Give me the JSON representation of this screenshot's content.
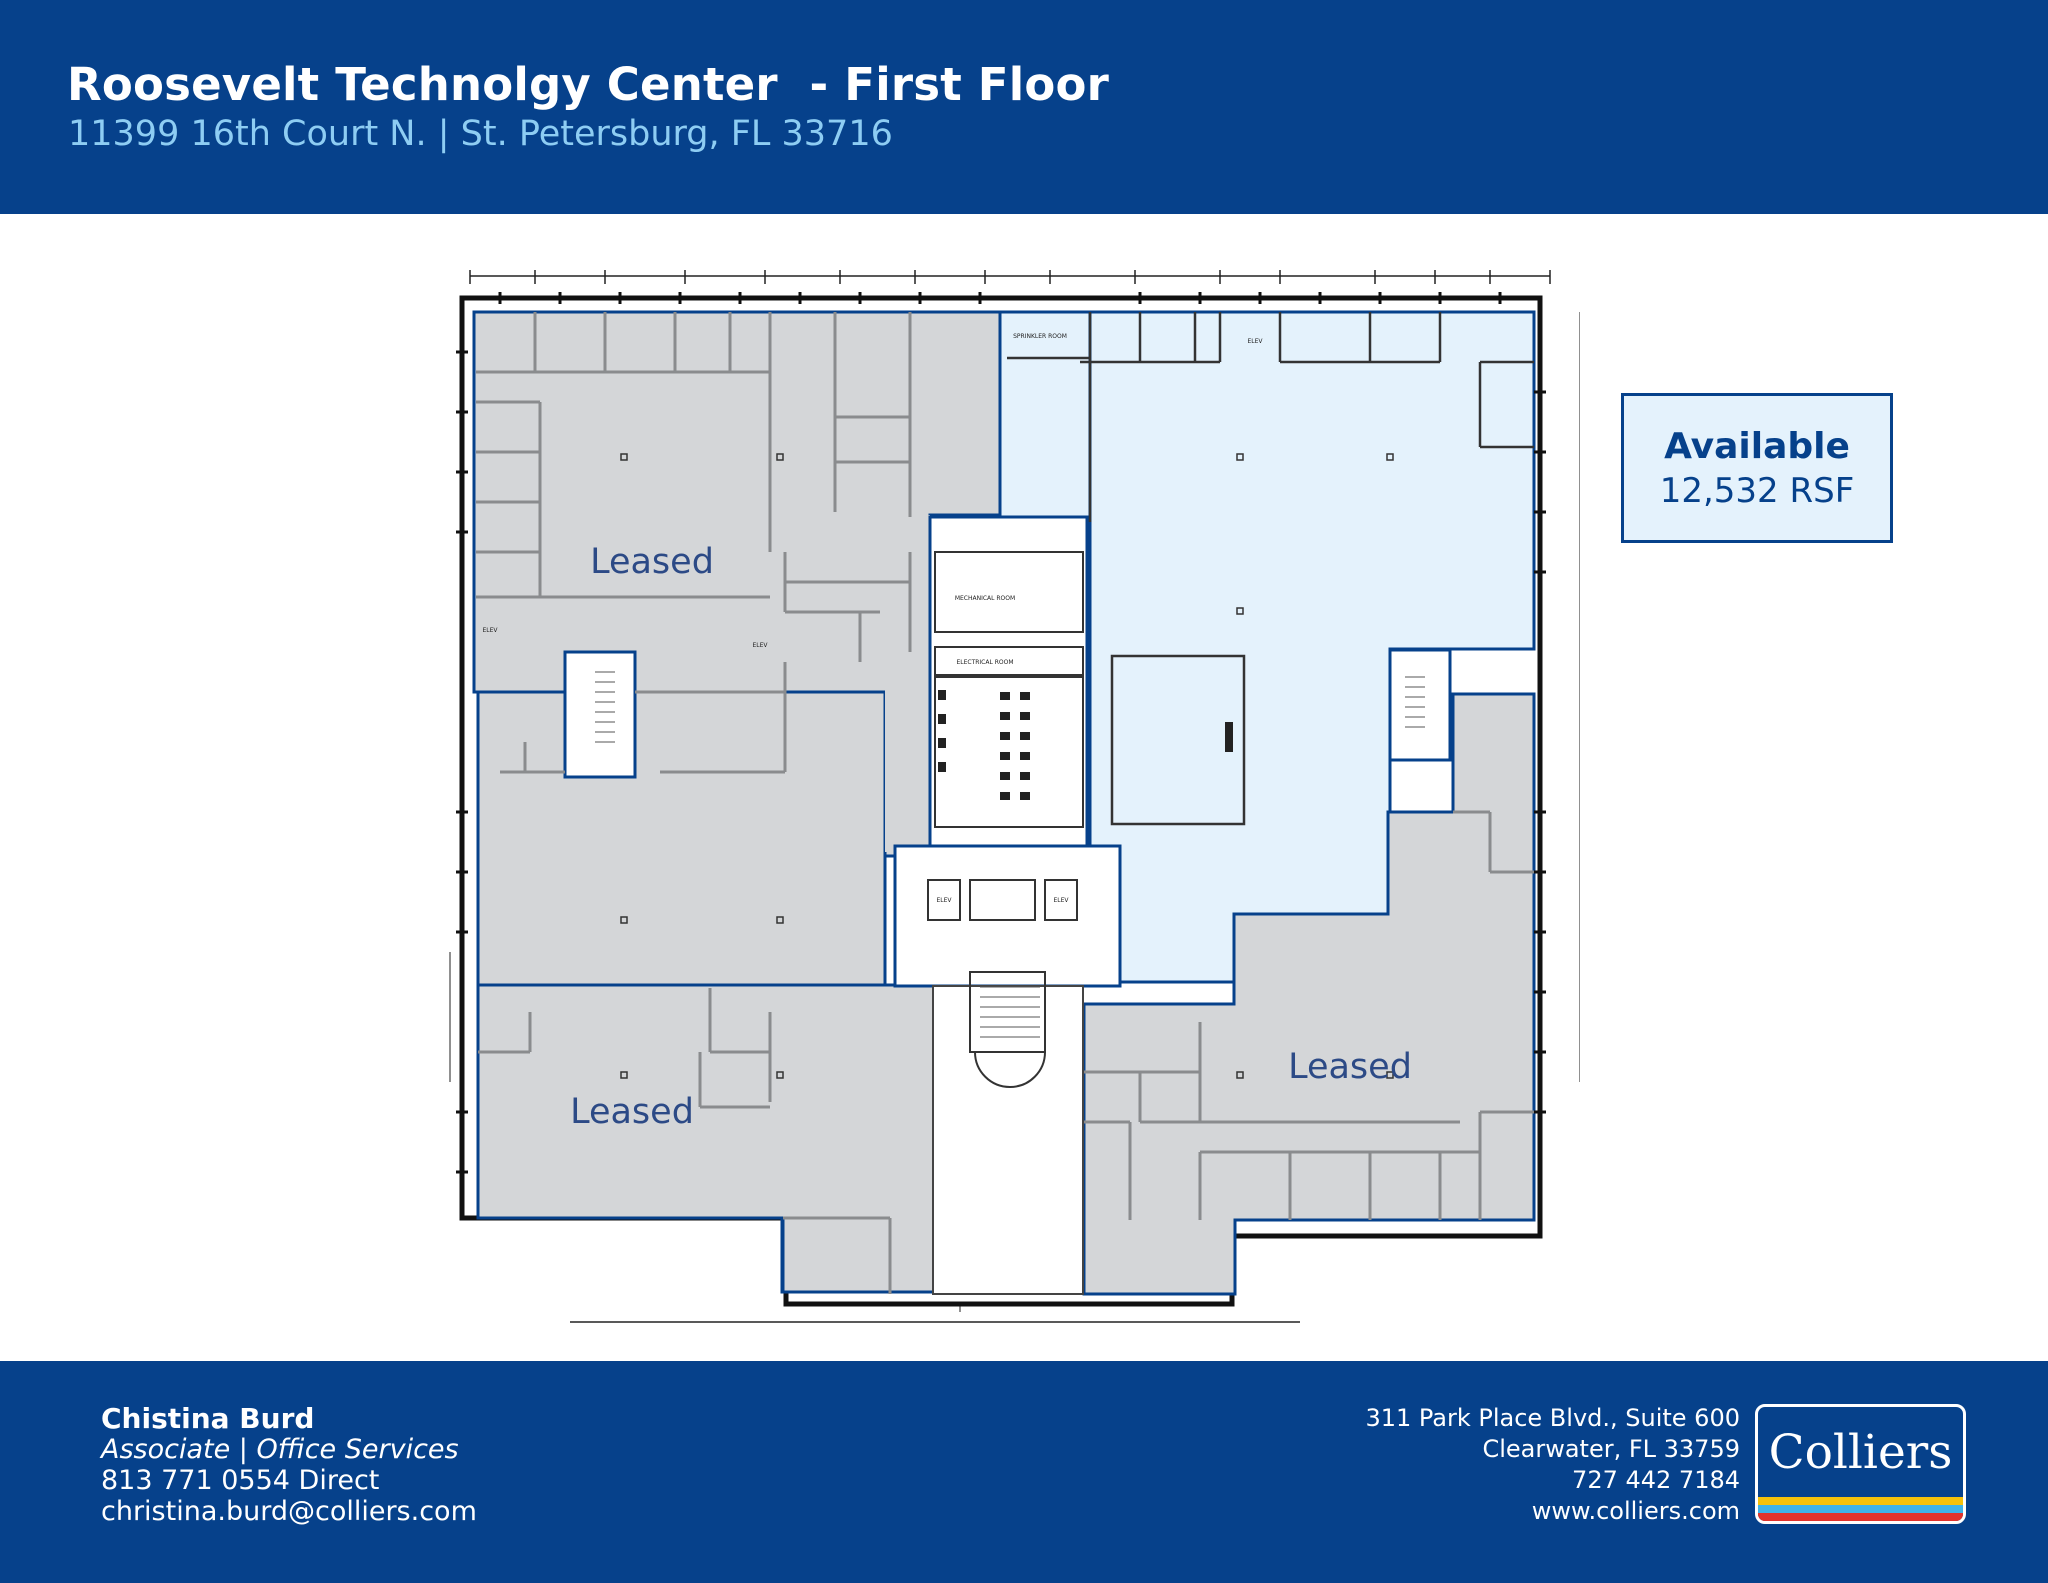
{
  "header": {
    "title": "Roosevelt Technolgy Center  - First Floor",
    "subtitle": "11399 16th Court N. | St. Petersburg, FL 33716",
    "background": "#06418b",
    "subtitle_color": "#8ecdf3"
  },
  "floorplan": {
    "leased_color": "#d4d6d8",
    "available_color": "#e4f2fc",
    "labels": {
      "leased_nw": "Leased",
      "leased_sw": "Leased",
      "leased_se": "Leased"
    },
    "room_labels": {
      "mechanical": "MECHANICAL ROOM",
      "electrical": "ELECTRICAL ROOM",
      "sprinkler": "SPRINKLER ROOM",
      "elev_1": "ELEV",
      "elev_2": "ELEV",
      "elev_3": "ELEV",
      "elev_4": "ELEV",
      "elev_5": "ELEV"
    }
  },
  "availability": {
    "title": "Available",
    "size": "12,532 RSF"
  },
  "contact": {
    "name": "Chistina Burd",
    "role": "Associate | Office Services",
    "phone": "813 771 0554 Direct",
    "email": "christina.burd@colliers.com"
  },
  "office": {
    "line1": "311 Park Place Blvd., Suite 600",
    "line2": "Clearwater, FL 33759",
    "phone": "727 442 7184",
    "website": "www.colliers.com"
  },
  "logo": {
    "text": "Colliers",
    "stripe_colors": [
      "#f5c20b",
      "#3fb3e8",
      "#e2332c"
    ]
  }
}
